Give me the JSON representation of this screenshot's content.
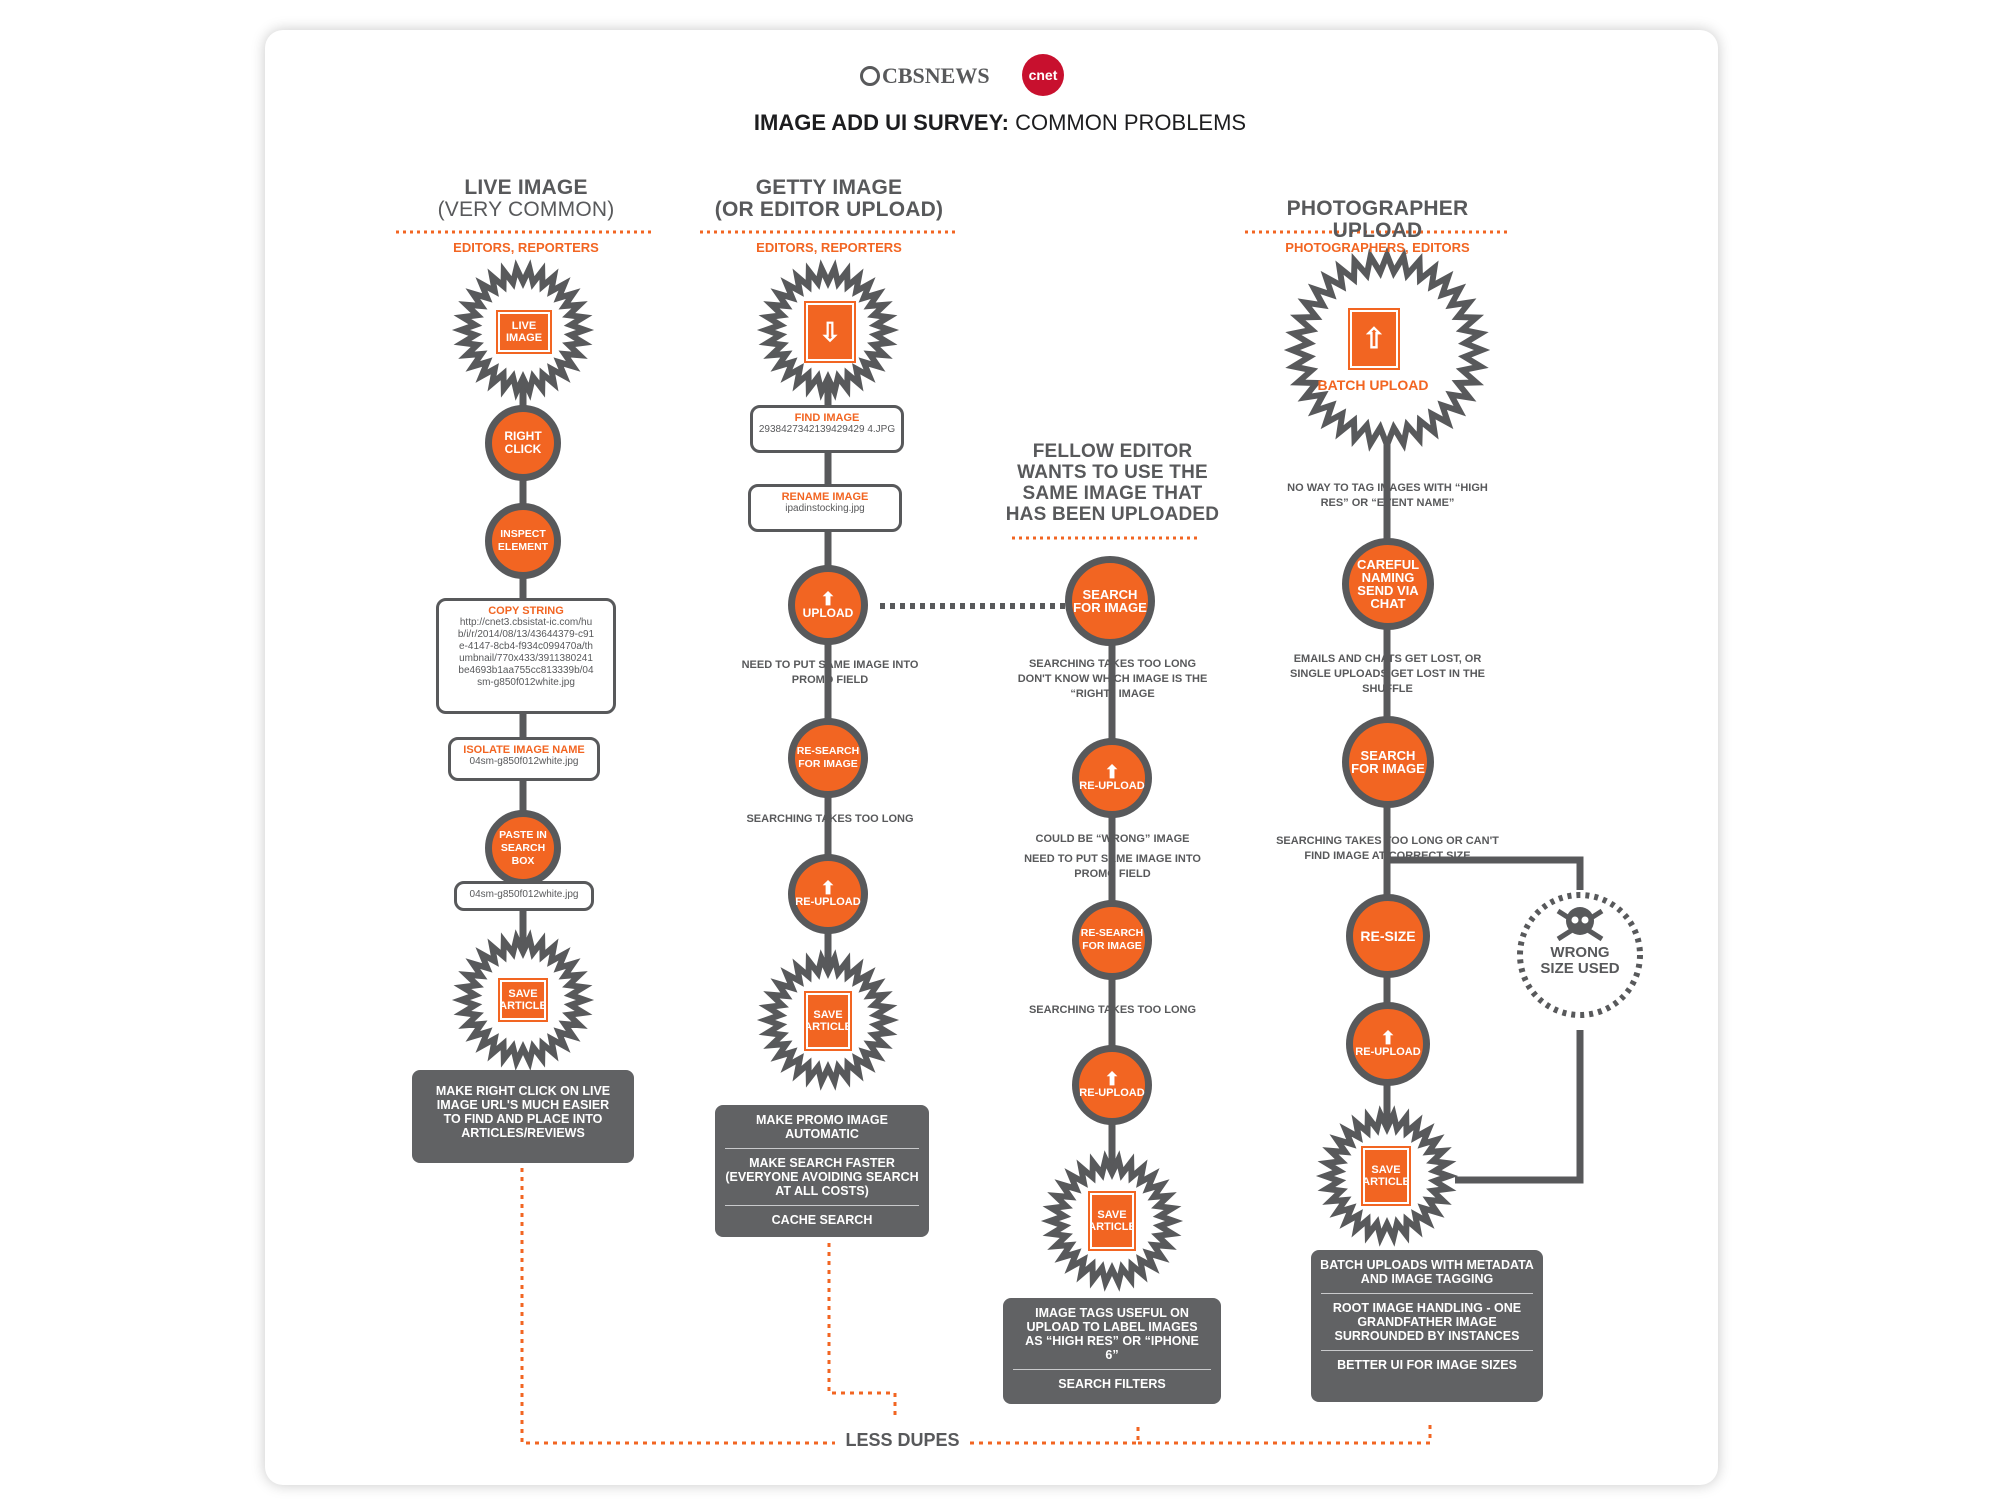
{
  "logos": {
    "cbs": "CBSNEWS",
    "cnet": "cnet"
  },
  "title": {
    "bold": "IMAGE ADD UI SURVEY:",
    "light": "COMMON PROBLEMS"
  },
  "columns": {
    "live": {
      "header": "LIVE IMAGE",
      "subheader": "(VERY COMMON)",
      "roles": "EDITORS, REPORTERS",
      "start": "LIVE IMAGE",
      "step1": "RIGHT CLICK",
      "step2": "INSPECT ELEMENT",
      "copy_title": "COPY STRING",
      "copy_value": "http://cnet3.cbsistat-ic.com/hub/i/r/2014/08/13/43644379-c91e-4147-8cb4-f934c099470a/thumbnail/770x433/3911380241be4693b1aa755cc813339b/04sm-g850f012white.jpg",
      "isolate_title": "ISOLATE IMAGE NAME",
      "isolate_value": "04sm-g850f012white.jpg",
      "paste": "PASTE IN SEARCH BOX",
      "paste_value": "04sm-g850f012white.jpg",
      "save": "SAVE ARTICLE",
      "rec": "MAKE RIGHT CLICK ON LIVE IMAGE URL'S MUCH EASIER TO FIND AND PLACE INTO ARTICLES/REVIEWS"
    },
    "getty": {
      "header": "GETTY  IMAGE",
      "subheader": "(OR EDITOR UPLOAD)",
      "roles": "EDITORS, REPORTERS",
      "find_title": "FIND IMAGE",
      "find_value": "2938427342139429429 4.JPG",
      "rename_title": "RENAME IMAGE",
      "rename_value": "ipadinstocking.jpg",
      "upload": "UPLOAD",
      "note1": "NEED TO PUT SAME IMAGE INTO PROMO FIELD",
      "research": "RE-SEARCH FOR IMAGE",
      "note2": "SEARCHING TAKES TOO LONG",
      "reupload": "RE-UPLOAD",
      "save": "SAVE ARTICLE",
      "rec1": "MAKE  PROMO IMAGE AUTOMATIC",
      "rec2": "MAKE SEARCH FASTER (EVERYONE AVOIDING SEARCH AT ALL COSTS)",
      "rec3": "CACHE SEARCH"
    },
    "fellow": {
      "header": "FELLOW EDITOR WANTS TO USE THE SAME IMAGE THAT HAS BEEN UPLOADED",
      "search": "SEARCH FOR IMAGE",
      "note1": "SEARCHING TAKES TOO LONG",
      "note1b": "DON'T KNOW WHICH IMAGE IS THE “RIGHT” IMAGE",
      "reupload1": "RE-UPLOAD",
      "note2": "COULD BE “WRONG” IMAGE",
      "note2b": "NEED TO PUT SAME IMAGE INTO PROMO FIELD",
      "research": "RE-SEARCH FOR IMAGE",
      "note3": "SEARCHING TAKES TOO LONG",
      "reupload2": "RE-UPLOAD",
      "save": "SAVE ARTICLE",
      "rec1": "IMAGE TAGS USEFUL ON UPLOAD TO LABEL IMAGES AS “HIGH RES” OR “IPHONE 6”",
      "rec2": "SEARCH FILTERS"
    },
    "photo": {
      "header": "PHOTOGRAPHER UPLOAD",
      "roles": "PHOTOGRAPHERS, EDITORS",
      "start": "BATCH UPLOAD",
      "note1": "NO WAY TO TAG IMAGES WITH “HIGH RES” OR “EVENT NAME”",
      "careful": "CAREFUL NAMING SEND VIA CHAT",
      "note2": "EMAILS AND CHATS GET LOST, OR SINGLE UPLOADS GET LOST IN THE SHUFFLE",
      "search": "SEARCH FOR IMAGE",
      "note3": "SEARCHING TAKES TOO LONG OR CAN'T FIND IMAGE AT CORRECT SIZE",
      "resize": "RE-SIZE",
      "reupload": "RE-UPLOAD",
      "save": "SAVE ARTICLE",
      "wrong": "WRONG SIZE USED",
      "rec1": "BATCH UPLOADS WITH METADATA AND IMAGE TAGGING",
      "rec2": "ROOT IMAGE HANDLING - ONE GRANDFATHER IMAGE SURROUNDED BY INSTANCES",
      "rec3": "BETTER UI FOR IMAGE SIZES"
    }
  },
  "footer": "LESS DUPES",
  "colors": {
    "orange": "#f26522",
    "gray": "#58595b",
    "rec_bg": "#616264"
  }
}
